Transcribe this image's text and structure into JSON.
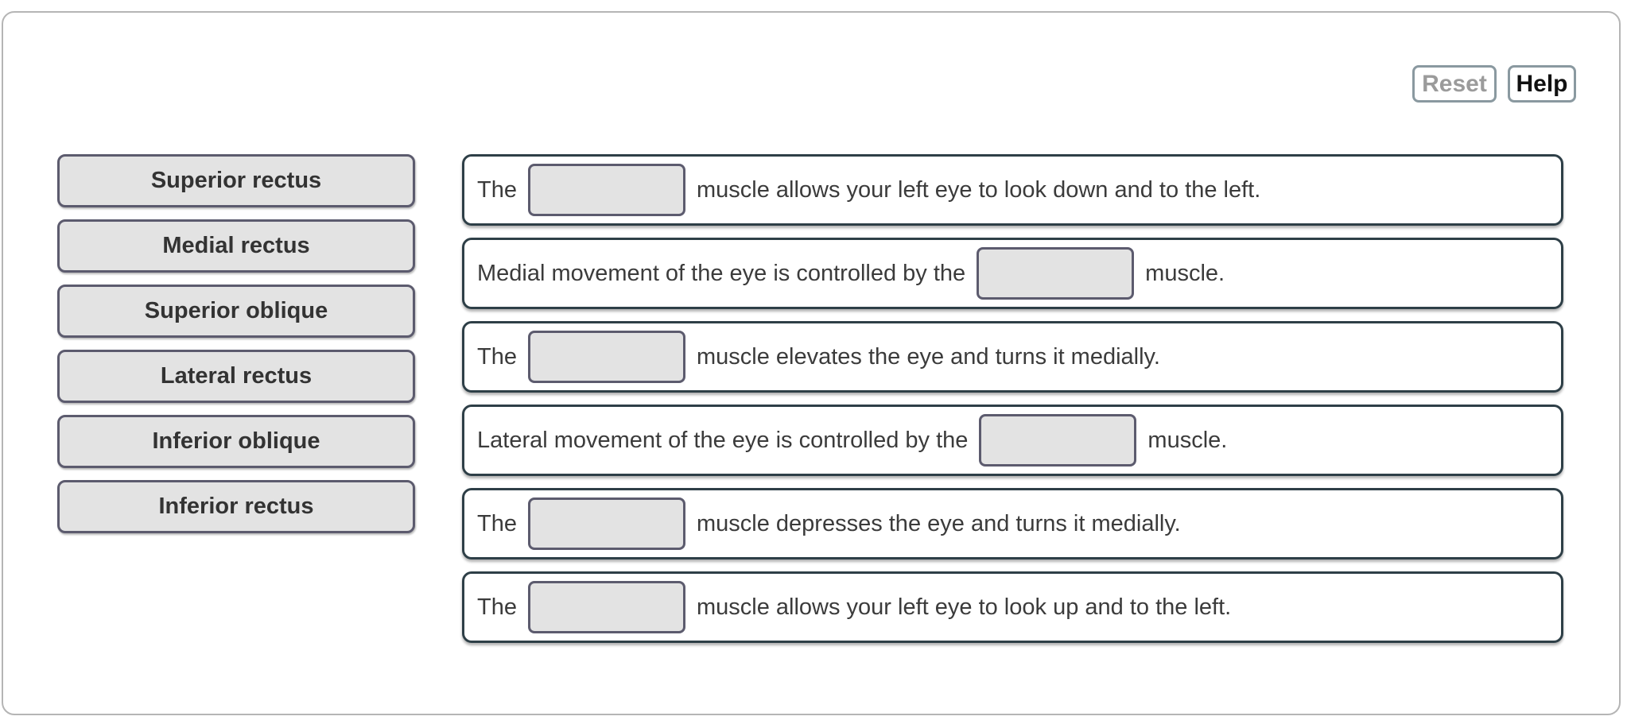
{
  "toolbar": {
    "reset_label": "Reset",
    "help_label": "Help"
  },
  "word_bank": {
    "items": [
      {
        "label": "Superior rectus"
      },
      {
        "label": "Medial rectus"
      },
      {
        "label": "Superior oblique"
      },
      {
        "label": "Lateral rectus"
      },
      {
        "label": "Inferior oblique"
      },
      {
        "label": "Inferior rectus"
      }
    ]
  },
  "questions": [
    {
      "pre": "The",
      "post": "muscle allows your left eye to look down and to the left."
    },
    {
      "pre": "Medial movement of the eye is controlled by the",
      "post": "muscle."
    },
    {
      "pre": "The",
      "post": "muscle elevates the eye and turns it medially."
    },
    {
      "pre": "Lateral movement of the eye is controlled by the",
      "post": "muscle."
    },
    {
      "pre": "The",
      "post": "muscle depresses the eye and turns it medially."
    },
    {
      "pre": "The",
      "post": "muscle allows your left eye to look up and to the left."
    }
  ],
  "colors": {
    "panel_border": "#b5b5b5",
    "question_border": "#2e3f47",
    "chip_border": "#5c5b6e",
    "chip_fill": "#e3e3e3",
    "text": "#3b3b3b",
    "reset_text": "#9b9b9b",
    "help_text": "#111111",
    "toolbar_border": "#8a99a0"
  }
}
